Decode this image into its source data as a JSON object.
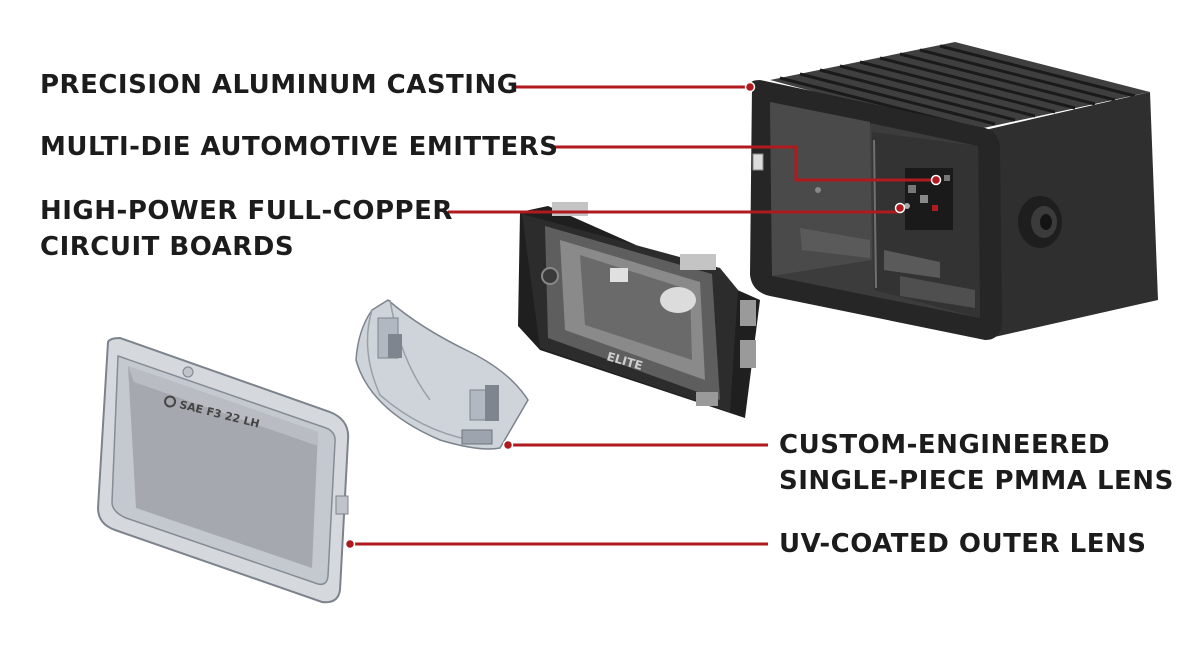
{
  "colors": {
    "leader": "#b0191e",
    "text": "#1c1c1c",
    "housing_dark": "#2b2b2b",
    "lens_clear": "#d9dde2"
  },
  "callouts": {
    "casting": {
      "lines": [
        "PRECISION ALUMINUM CASTING"
      ]
    },
    "emitters": {
      "lines": [
        "MULTI-DIE AUTOMOTIVE EMITTERS"
      ]
    },
    "boards": {
      "lines": [
        "HIGH-POWER FULL-COPPER",
        "CIRCUIT BOARDS"
      ]
    },
    "pmma": {
      "lines": [
        "CUSTOM-ENGINEERED",
        "SINGLE-PIECE PMMA LENS"
      ]
    },
    "outer": {
      "lines": [
        "UV-COATED OUTER LENS"
      ]
    }
  },
  "engravings": {
    "lens_mark": "SAE F3 22 LH",
    "reflector_logo": "ELITE"
  }
}
